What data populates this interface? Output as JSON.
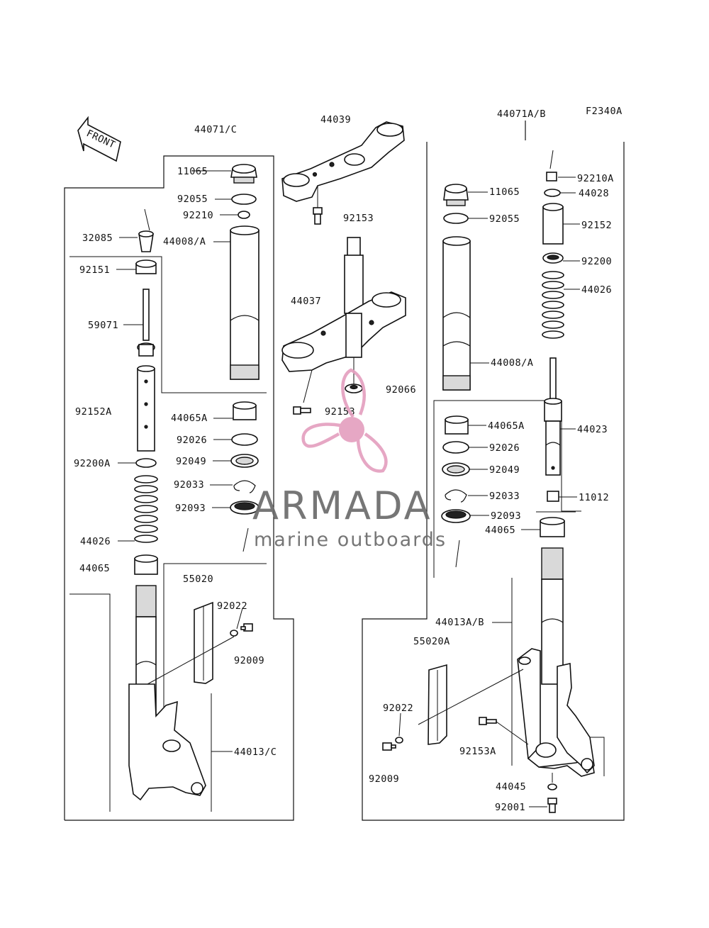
{
  "figure_code": "F2340A",
  "front_arrow": "FRONT",
  "labels": {
    "lbl_44071C": "44071/C",
    "lbl_44039": "44039",
    "lbl_44071AB": "44071A/B",
    "lbl_11065L": "11065",
    "lbl_92055L": "92055",
    "lbl_92210L": "92210",
    "lbl_32085": "32085",
    "lbl_44008AL": "44008/A",
    "lbl_92151": "92151",
    "lbl_59071": "59071",
    "lbl_92152A": "92152A",
    "lbl_44065AL": "44065A",
    "lbl_92026L": "92026",
    "lbl_92049L": "92049",
    "lbl_92200A": "92200A",
    "lbl_92033L": "92033",
    "lbl_92093L": "92093",
    "lbl_44026L": "44026",
    "lbl_44065L": "44065",
    "lbl_55020": "55020",
    "lbl_92022L": "92022",
    "lbl_92009L": "92009",
    "lbl_44013C": "44013/C",
    "lbl_92153T": "92153",
    "lbl_44037": "44037",
    "lbl_92066": "92066",
    "lbl_92153M": "92153",
    "lbl_11065R": "11065",
    "lbl_92055R": "92055",
    "lbl_92210A": "92210A",
    "lbl_44028": "44028",
    "lbl_92152": "92152",
    "lbl_92200": "92200",
    "lbl_44026R": "44026",
    "lbl_44008AR": "44008/A",
    "lbl_44065AR": "44065A",
    "lbl_44023": "44023",
    "lbl_92026R": "92026",
    "lbl_92049R": "92049",
    "lbl_92033R": "92033",
    "lbl_11012": "11012",
    "lbl_92093R": "92093",
    "lbl_44065R": "44065",
    "lbl_44013AB": "44013A/B",
    "lbl_55020A": "55020A",
    "lbl_92022R": "92022",
    "lbl_92153A": "92153A",
    "lbl_92009R": "92009",
    "lbl_44045": "44045",
    "lbl_92001": "92001"
  },
  "watermark": {
    "brand": "ARMADA",
    "tagline": "marine outboards",
    "logo_color": "#e4a0c0",
    "text_color": "#6b6b6b"
  }
}
